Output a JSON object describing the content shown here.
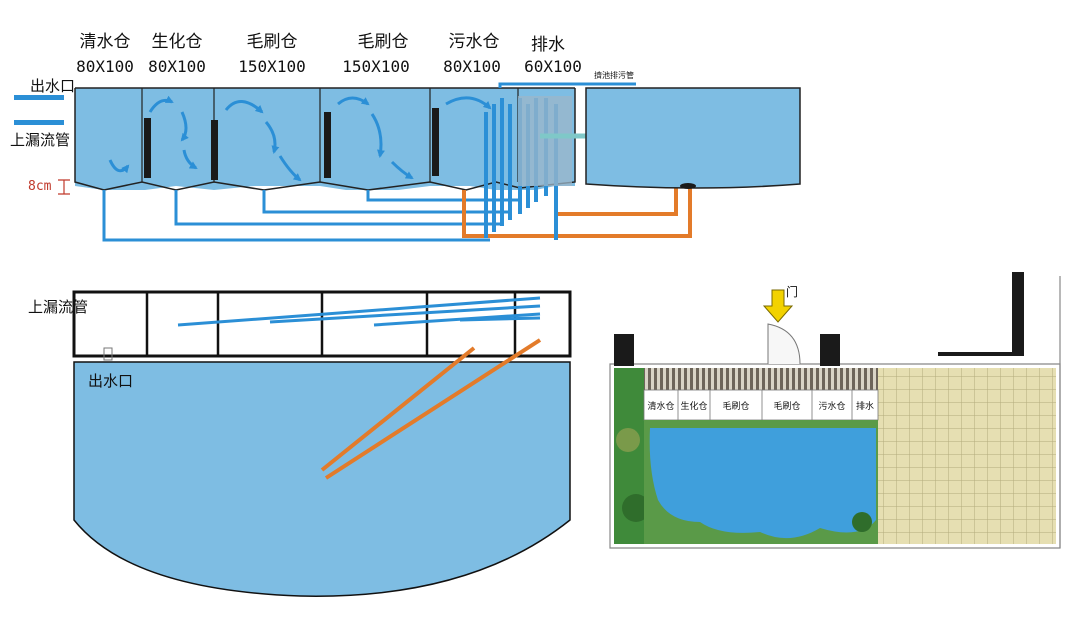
{
  "colors": {
    "water_blue": "#7ebde3",
    "pipe_blue": "#2b8fd6",
    "pipe_orange": "#e37b2a",
    "pond_blue": "#3f9fdc",
    "tile_beige": "#e6dfb2",
    "red_label": "#c0392b"
  },
  "top_diagram": {
    "compartments": [
      {
        "name": "清水仓",
        "size": "80X100"
      },
      {
        "name": "生化仓",
        "size": "80X100"
      },
      {
        "name": "毛刷仓",
        "size": "150X100"
      },
      {
        "name": "毛刷仓",
        "size": "150X100"
      },
      {
        "name": "污水仓",
        "size": "80X100"
      },
      {
        "name": "排水",
        "size": "60X100"
      }
    ],
    "outlet_label": "出水口",
    "overflow_label": "上漏流管",
    "depth_label": "8cm",
    "drain_note": "擠池排污管"
  },
  "bottom_diagram": {
    "overflow_label": "上漏流管",
    "outlet_label": "出水口"
  },
  "plan_view": {
    "door_label": "门",
    "compartment_labels": [
      "清水仓",
      "生化仓",
      "毛刷仓",
      "毛刷仓",
      "污水仓",
      "排水"
    ]
  }
}
